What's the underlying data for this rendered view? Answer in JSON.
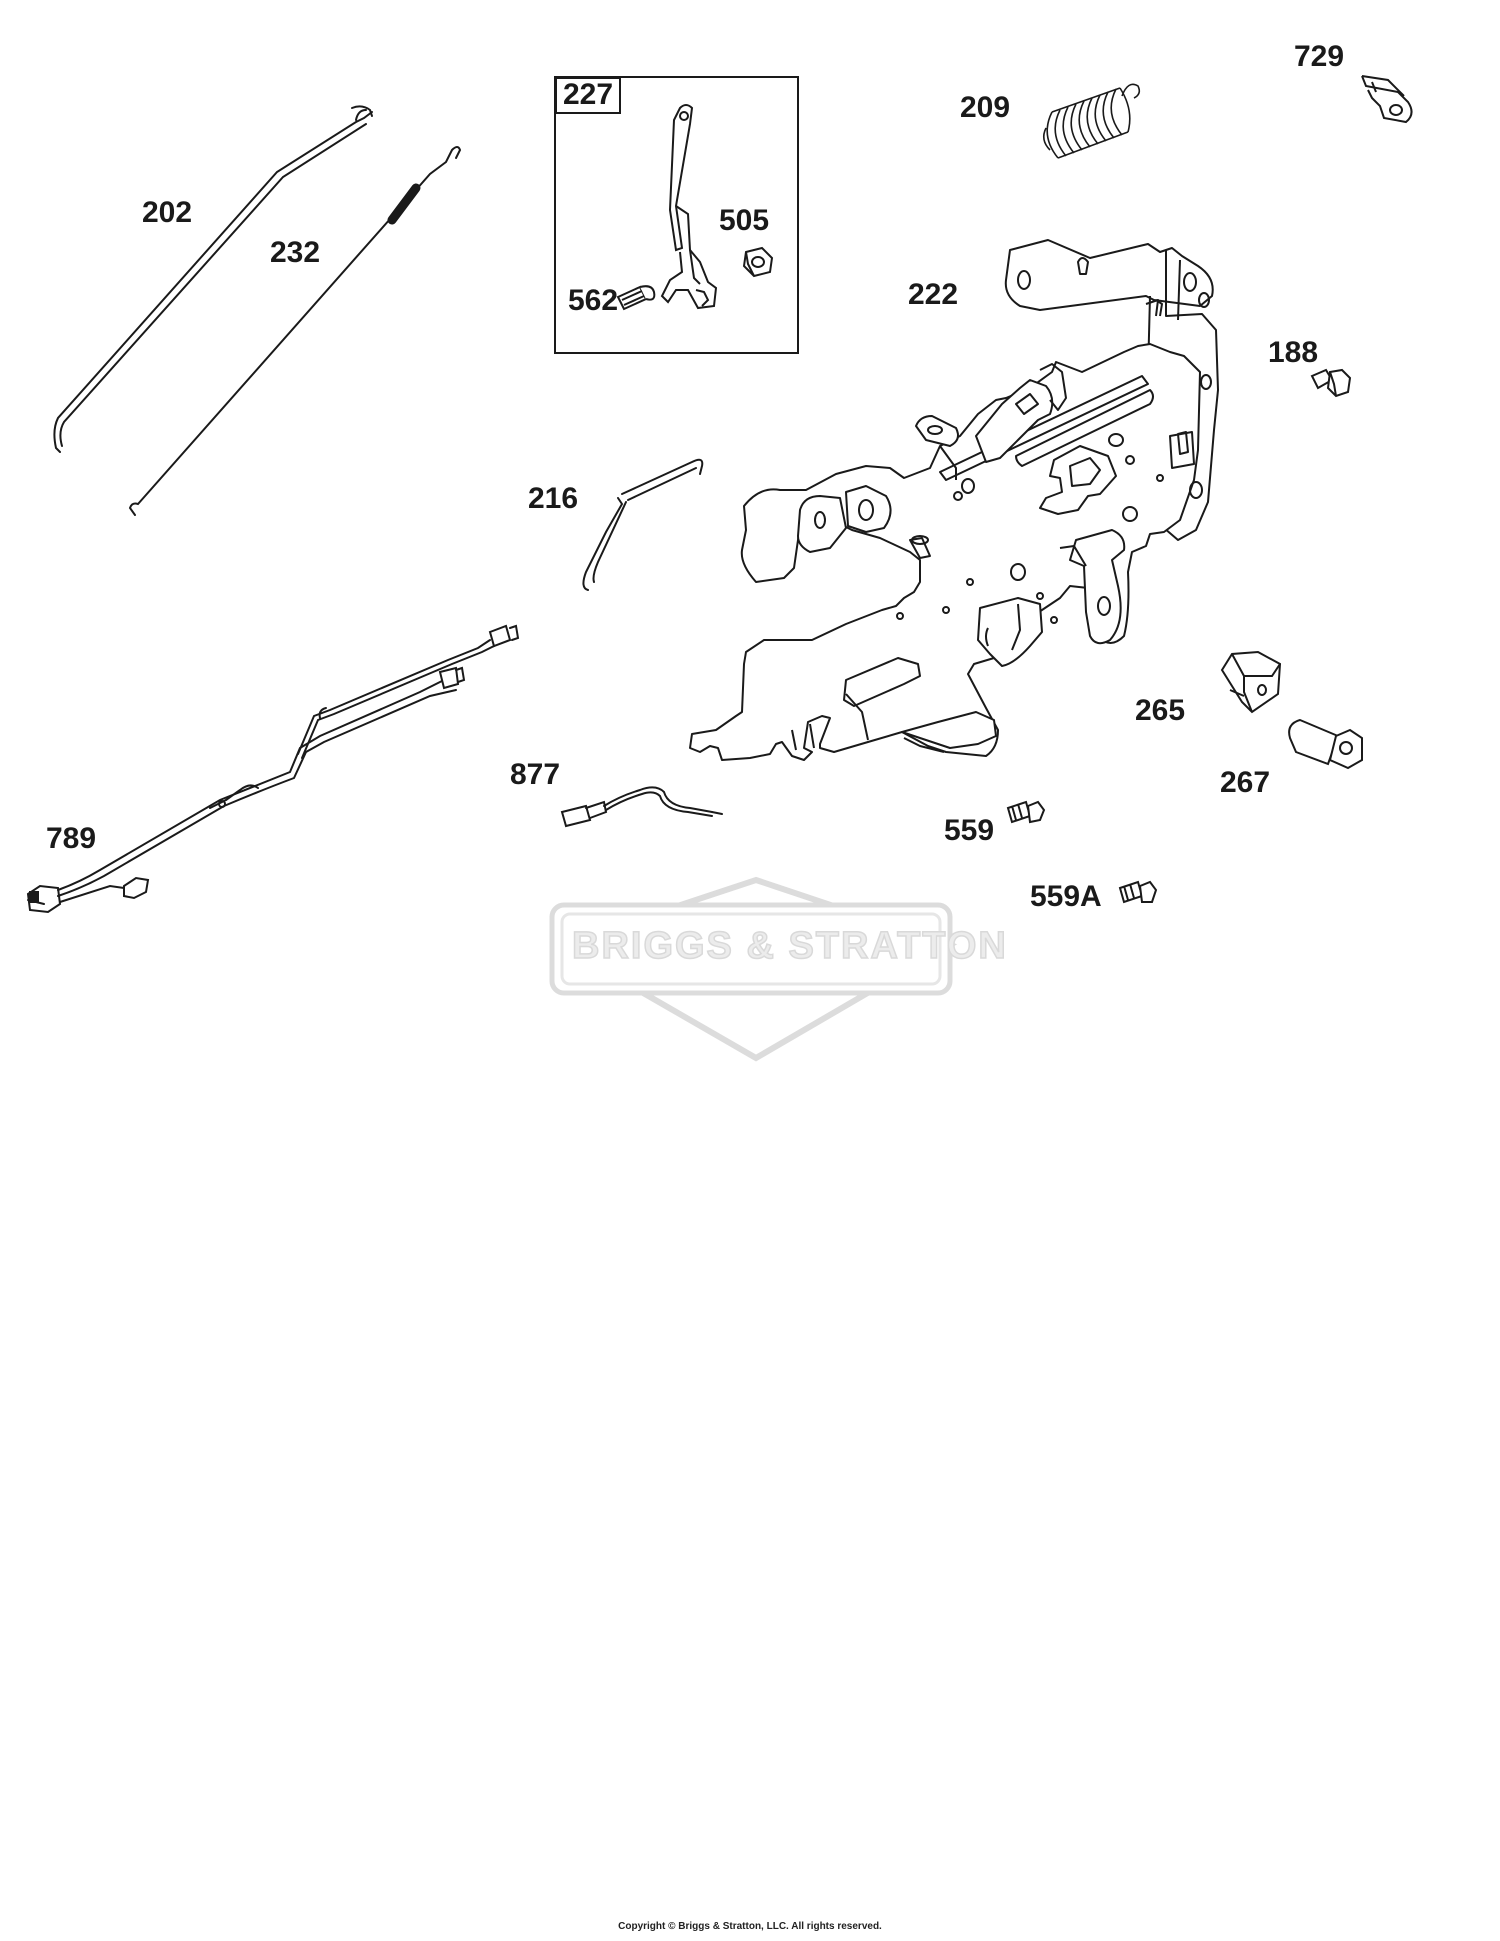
{
  "diagram": {
    "callouts": [
      {
        "id": "202",
        "label": "202"
      },
      {
        "id": "232",
        "label": "232"
      },
      {
        "id": "227",
        "label": "227"
      },
      {
        "id": "505",
        "label": "505"
      },
      {
        "id": "562",
        "label": "562"
      },
      {
        "id": "209",
        "label": "209"
      },
      {
        "id": "729",
        "label": "729"
      },
      {
        "id": "222",
        "label": "222"
      },
      {
        "id": "188",
        "label": "188"
      },
      {
        "id": "216",
        "label": "216"
      },
      {
        "id": "265",
        "label": "265"
      },
      {
        "id": "267",
        "label": "267"
      },
      {
        "id": "877",
        "label": "877"
      },
      {
        "id": "559",
        "label": "559"
      },
      {
        "id": "559A",
        "label": "559A"
      },
      {
        "id": "789",
        "label": "789"
      }
    ],
    "watermark": {
      "text": "BRIGGS & STRATTON"
    }
  },
  "footer": {
    "copyright": "Copyright © Briggs & Stratton, LLC. All rights reserved."
  }
}
